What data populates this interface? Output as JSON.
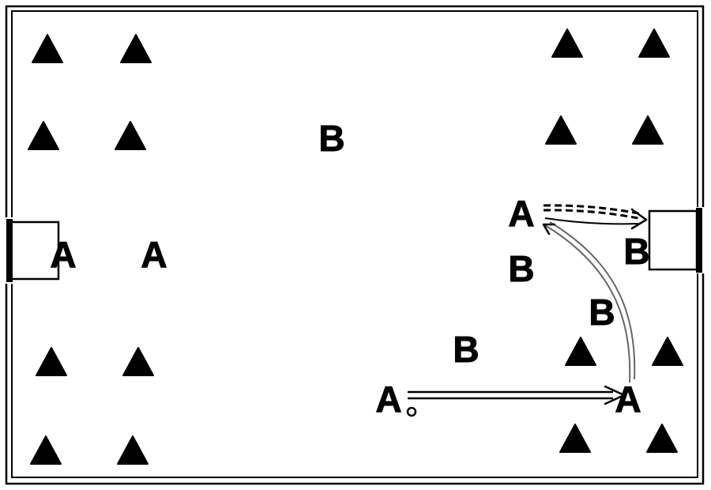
{
  "diagram": {
    "players": [
      {
        "label": "B"
      },
      {
        "label": "A"
      },
      {
        "label": "A"
      },
      {
        "label": "A"
      },
      {
        "label": "B"
      },
      {
        "label": "B"
      },
      {
        "label": "B"
      },
      {
        "label": "B"
      },
      {
        "label": "A"
      },
      {
        "label": "A"
      }
    ]
  },
  "icons": {
    "cone": "cone-icon",
    "ball": "ball-icon",
    "goal": "goal-icon",
    "arrow": "arrow-icon"
  },
  "colors": {
    "ink": "#000000",
    "background": "#ffffff",
    "run_line": "#666666"
  }
}
